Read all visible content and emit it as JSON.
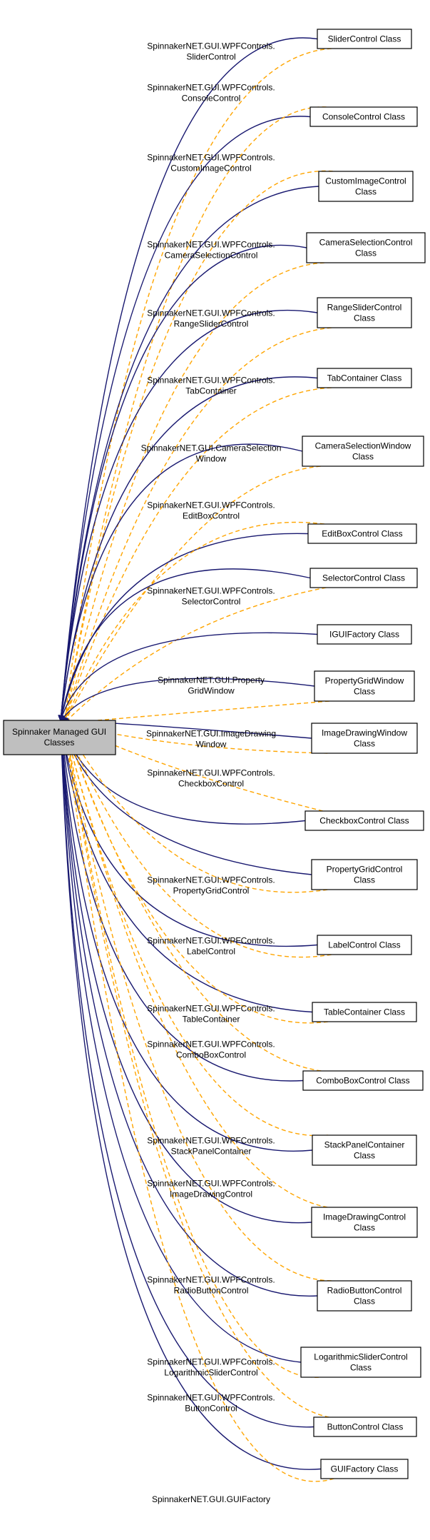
{
  "root": {
    "label_lines": [
      "Spinnaker Managed GUI",
      "Classes"
    ]
  },
  "colors": {
    "solid_edge": "#191970",
    "dashed_edge": "#ffa500",
    "root_fill": "#bfbfbf",
    "node_border": "#000000"
  },
  "nodes": [
    {
      "id": "slider-control",
      "label_lines": [
        "SliderControl Class"
      ],
      "edge_label_lines": [
        "SpinnakerNET.GUI.WPFControls.",
        "SliderControl"
      ]
    },
    {
      "id": "console-control",
      "label_lines": [
        "ConsoleControl Class"
      ],
      "edge_label_lines": [
        "SpinnakerNET.GUI.WPFControls.",
        "ConsoleControl"
      ]
    },
    {
      "id": "custom-image-control",
      "label_lines": [
        "CustomImageControl",
        "Class"
      ],
      "edge_label_lines": [
        "SpinnakerNET.GUI.WPFControls.",
        "CustomImageControl"
      ]
    },
    {
      "id": "camera-selection-control",
      "label_lines": [
        "CameraSelectionControl",
        "Class"
      ],
      "edge_label_lines": [
        "SpinnakerNET.GUI.WPFControls.",
        "CameraSelectionControl"
      ]
    },
    {
      "id": "range-slider-control",
      "label_lines": [
        "RangeSliderControl",
        "Class"
      ],
      "edge_label_lines": [
        "SpinnakerNET.GUI.WPFControls.",
        "RangeSliderControl"
      ]
    },
    {
      "id": "tab-container",
      "label_lines": [
        "TabContainer Class"
      ],
      "edge_label_lines": [
        "SpinnakerNET.GUI.WPFControls.",
        "TabContainer"
      ]
    },
    {
      "id": "camera-selection-window",
      "label_lines": [
        "CameraSelectionWindow",
        "Class"
      ],
      "edge_label_lines": [
        "SpinnakerNET.GUI.CameraSelection",
        "Window"
      ]
    },
    {
      "id": "edit-box-control",
      "label_lines": [
        "EditBoxControl Class"
      ],
      "edge_label_lines": [
        "SpinnakerNET.GUI.WPFControls.",
        "EditBoxControl"
      ]
    },
    {
      "id": "selector-control",
      "label_lines": [
        "SelectorControl Class"
      ],
      "edge_label_lines": [
        "SpinnakerNET.GUI.WPFControls.",
        "SelectorControl"
      ]
    },
    {
      "id": "igui-factory",
      "label_lines": [
        "IGUIFactory Class"
      ],
      "edge_label_lines": []
    },
    {
      "id": "property-grid-window",
      "label_lines": [
        "PropertyGridWindow",
        "Class"
      ],
      "edge_label_lines": [
        "SpinnakerNET.GUI.Property",
        "GridWindow"
      ]
    },
    {
      "id": "image-drawing-window",
      "label_lines": [
        "ImageDrawingWindow",
        "Class"
      ],
      "edge_label_lines": [
        "SpinnakerNET.GUI.ImageDrawing",
        "Window"
      ]
    },
    {
      "id": "checkbox-control",
      "label_lines": [
        "CheckboxControl Class"
      ],
      "edge_label_lines": [
        "SpinnakerNET.GUI.WPFControls.",
        "CheckboxControl"
      ]
    },
    {
      "id": "property-grid-control",
      "label_lines": [
        "PropertyGridControl",
        "Class"
      ],
      "edge_label_lines": [
        "SpinnakerNET.GUI.WPFControls.",
        "PropertyGridControl"
      ]
    },
    {
      "id": "label-control",
      "label_lines": [
        "LabelControl Class"
      ],
      "edge_label_lines": [
        "SpinnakerNET.GUI.WPFControls.",
        "LabelControl"
      ]
    },
    {
      "id": "table-container",
      "label_lines": [
        "TableContainer Class"
      ],
      "edge_label_lines": [
        "SpinnakerNET.GUI.WPFControls.",
        "TableContainer"
      ]
    },
    {
      "id": "combo-box-control",
      "label_lines": [
        "ComboBoxControl Class"
      ],
      "edge_label_lines": [
        "SpinnakerNET.GUI.WPFControls.",
        "ComboBoxControl"
      ]
    },
    {
      "id": "stack-panel-container",
      "label_lines": [
        "StackPanelContainer",
        "Class"
      ],
      "edge_label_lines": [
        "SpinnakerNET.GUI.WPFControls.",
        "StackPanelContainer"
      ]
    },
    {
      "id": "image-drawing-control",
      "label_lines": [
        "ImageDrawingControl",
        "Class"
      ],
      "edge_label_lines": [
        "SpinnakerNET.GUI.WPFControls.",
        "ImageDrawingControl"
      ]
    },
    {
      "id": "radio-button-control",
      "label_lines": [
        "RadioButtonControl",
        "Class"
      ],
      "edge_label_lines": [
        "SpinnakerNET.GUI.WPFControls.",
        "RadioButtonControl"
      ]
    },
    {
      "id": "logarithmic-slider-control",
      "label_lines": [
        "LogarithmicSliderControl",
        "Class"
      ],
      "edge_label_lines": [
        "SpinnakerNET.GUI.WPFControls.",
        "LogarithmicSliderControl"
      ]
    },
    {
      "id": "button-control",
      "label_lines": [
        "ButtonControl Class"
      ],
      "edge_label_lines": [
        "SpinnakerNET.GUI.WPFControls.",
        "ButtonControl"
      ]
    },
    {
      "id": "gui-factory",
      "label_lines": [
        "GUIFactory Class"
      ],
      "edge_label_lines": [
        "SpinnakerNET.GUI.GUIFactory"
      ]
    }
  ]
}
